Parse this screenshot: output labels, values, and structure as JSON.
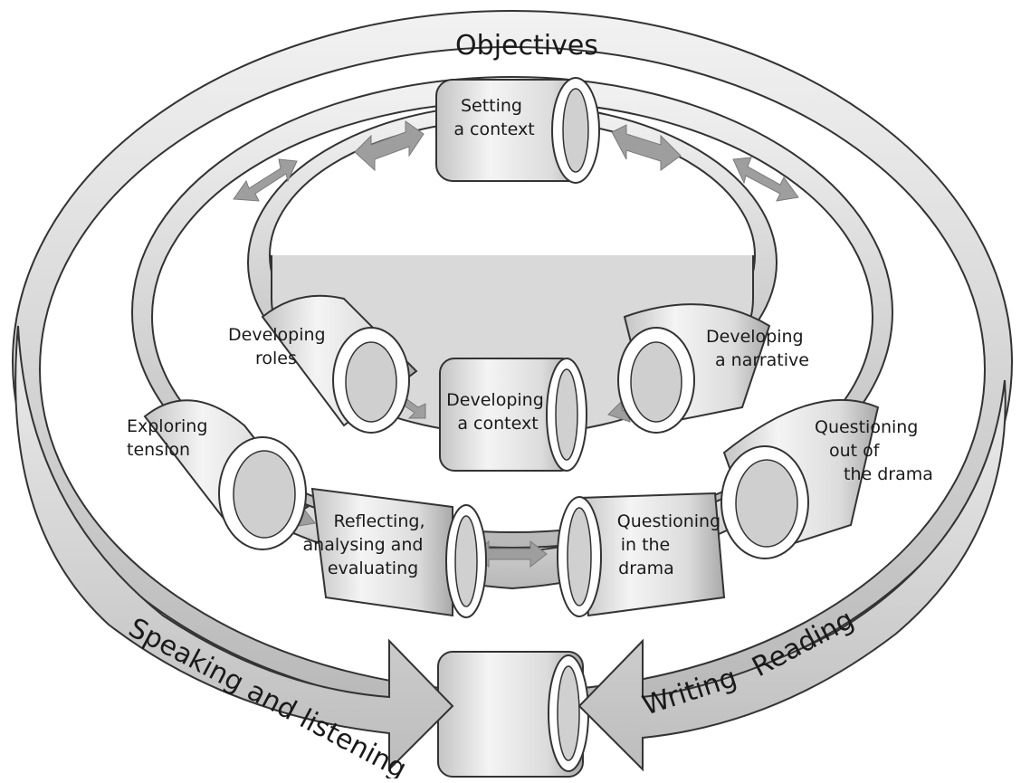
{
  "diagram": {
    "outer_ring_title": "Objectives",
    "nodes": {
      "setting_context": [
        "Setting",
        "a context"
      ],
      "developing_roles": [
        "Developing",
        "roles"
      ],
      "developing_narrative": [
        "Developing",
        "a narrative"
      ],
      "developing_context": [
        "Developing",
        "a context"
      ],
      "exploring_tension": [
        "Exploring",
        "tension"
      ],
      "questioning_out": [
        "Questioning",
        "out of",
        "the drama"
      ],
      "reflecting": [
        "Reflecting,",
        "analysing and",
        "evaluating"
      ],
      "questioning_in": [
        "Questioning",
        "in the",
        "drama"
      ]
    },
    "inputs": {
      "left_arrow_label": "Speaking and listening",
      "right_arrow_label_1": "Writing",
      "right_arrow_label_2": "Reading"
    },
    "colors": {
      "ribbon_light": "#e8e8e8",
      "ribbon_mid": "#c9c9c9",
      "ribbon_dark": "#9a9a9a",
      "arrow": "#9a9a9a",
      "outline": "#333333"
    }
  }
}
